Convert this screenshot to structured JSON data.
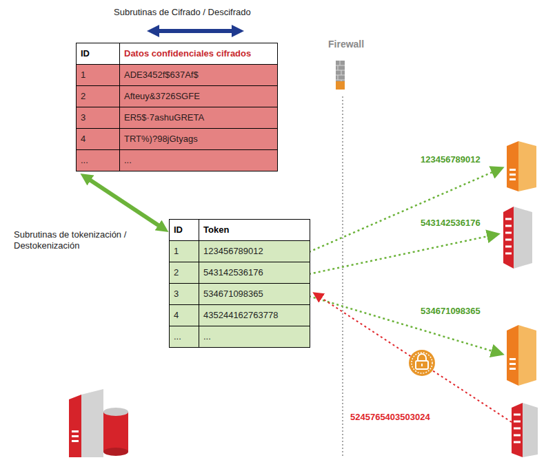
{
  "diagram": {
    "nodes": [
      {
        "text": [
          "ID",
          "Datos confidenciales cifrados",
          "1",
          "ADE3452f$637Af$",
          "2",
          "Afteuy&3726SGFE",
          "3",
          "ER5$·7ashuGRETA",
          "4",
          "TRT%)?98jGtyags",
          "...",
          "..."
        ]
      },
      {
        "text": [
          "ID",
          "Token",
          "1",
          "123456789012",
          "2",
          "543142536176",
          "3",
          "534671098365",
          "4",
          "435244162763778",
          "...",
          "..."
        ]
      }
    ],
    "edges": [
      {
        "from": 0,
        "to": 1,
        "arrow": "both",
        "label": "Subrutinas de tokenización / Destokenización"
      }
    ],
    "labels": [
      "Subrutinas de Cifrado / Descifrado",
      "Firewall",
      "123456789012",
      "543142536176",
      "534671098365",
      "5245765403503024"
    ]
  }
}
